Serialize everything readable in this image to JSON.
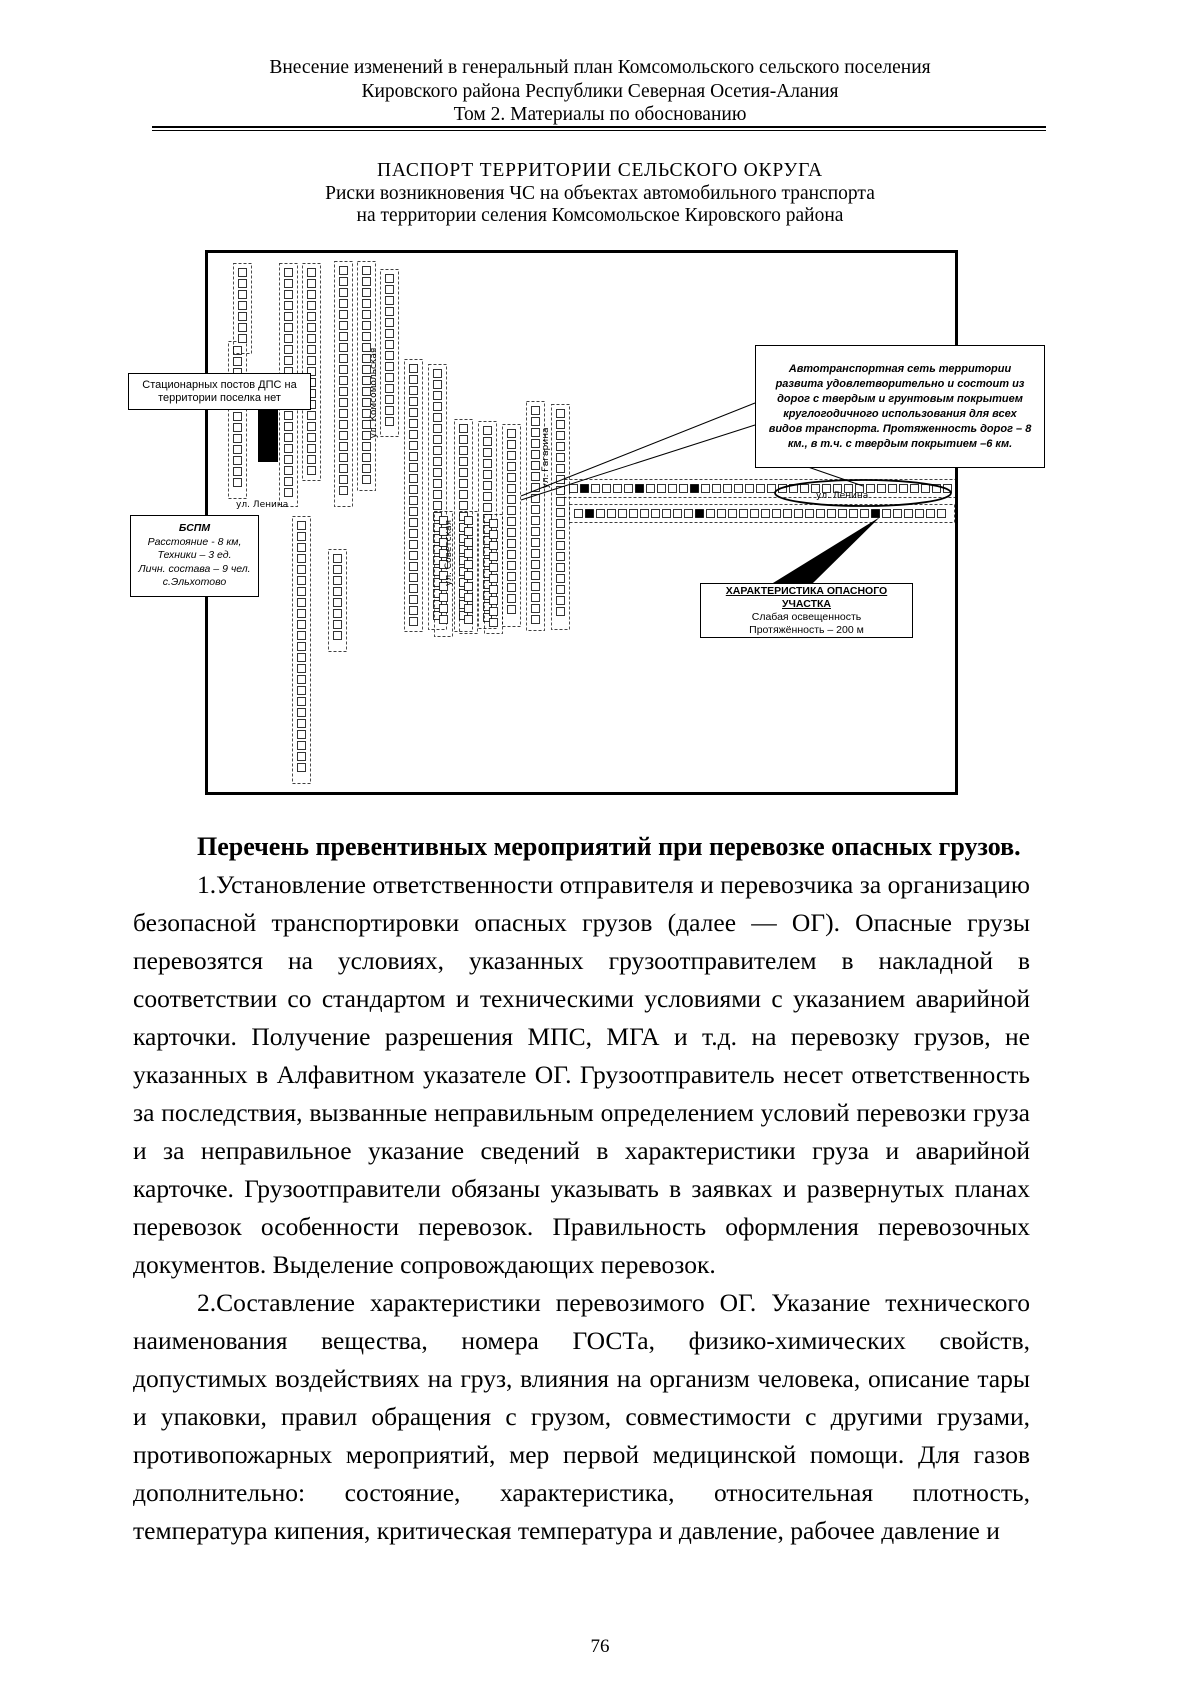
{
  "header": {
    "line1": "Внесение изменений в генеральный план Комсомольского сельского поселения",
    "line2": "Кировского района Республики Северная Осетия-Алания",
    "line3": "Том 2. Материалы по обоснованию"
  },
  "figure_title": {
    "line1": "ПАСПОРТ ТЕРРИТОРИИ СЕЛЬСКОГО ОКРУГА",
    "line2": "Риски возникновения ЧС на объектах автомобильного транспорта",
    "line3": "на территории селения Комсомольское Кировского района"
  },
  "map": {
    "callouts": {
      "dps": {
        "text": "Стационарных постов ДПС на территории поселка нет"
      },
      "bspm": {
        "title": "БСПМ",
        "lines": [
          "Расстояние - 8 км,",
          "Техники – 3 ед.",
          "Личн. состава – 9 чел.",
          "с.Эльхотово"
        ]
      },
      "network": {
        "text": "Автотранспортная сеть территории развита удовлетворительно и состоит из дорог с твердым и грунтовым покрытием круглогодичного использования для всех видов транспорта. Протяженность дорог – 8 км., в т.ч. с твердым покрытием –6 км."
      },
      "danger": {
        "title": "ХАРАКТЕРИСТИКА ОПАСНОГО УЧАСТКА",
        "line1": "Слабая освещенность",
        "line2": "Протяжённость – 200 м"
      }
    },
    "street_labels": {
      "lenina_left": "ул. Ленина",
      "lenina_right": "ул. Ленина",
      "sovetskaya": "ул. Советская",
      "gagarina": "ул. Гагарина",
      "komsomolskaya": "ул. Комсомольская"
    }
  },
  "content": {
    "section_heading": "Перечень превентивных мероприятий при перевозке опасных грузов.",
    "paragraph1": "1.Установление ответственности отправителя и перевозчика за организацию безопасной транспортировки опасных грузов (далее — ОГ). Опасные грузы перевозятся на условиях, указанных грузоотправителем в накладной в соответствии со стандартом и техническими условиями с указанием аварийной карточки. Получение разрешения МПС, МГА и т.д. на перевозку грузов, не указанных в Алфавитном указателе ОГ. Грузоотправитель несет ответственность за последствия, вызванные неправильным определением условий перевозки груза и за неправильное указание сведений в характеристики груза и аварийной карточке. Грузоотправители обязаны указывать в заявках и развернутых планах перевозок особенности перевозок. Правильность оформления перевозочных документов. Выделение сопровождающих перевозок.",
    "paragraph2": "2.Составление характеристики перевозимого ОГ. Указание технического наименования вещества, номера ГОСТа, физико-химических свойств, допустимых воздействиях на груз, влияния на организм человека, описание тары и упаковки, правил обращения с грузом, совместимости с другими грузами, противопожарных мероприятий, мер первой медицинской помощи. Для газов дополнительно: состояние, характеристика, относительная плотность, температура кипения, критическая температура и давление, рабочее давление и"
  },
  "page_number": "76"
}
